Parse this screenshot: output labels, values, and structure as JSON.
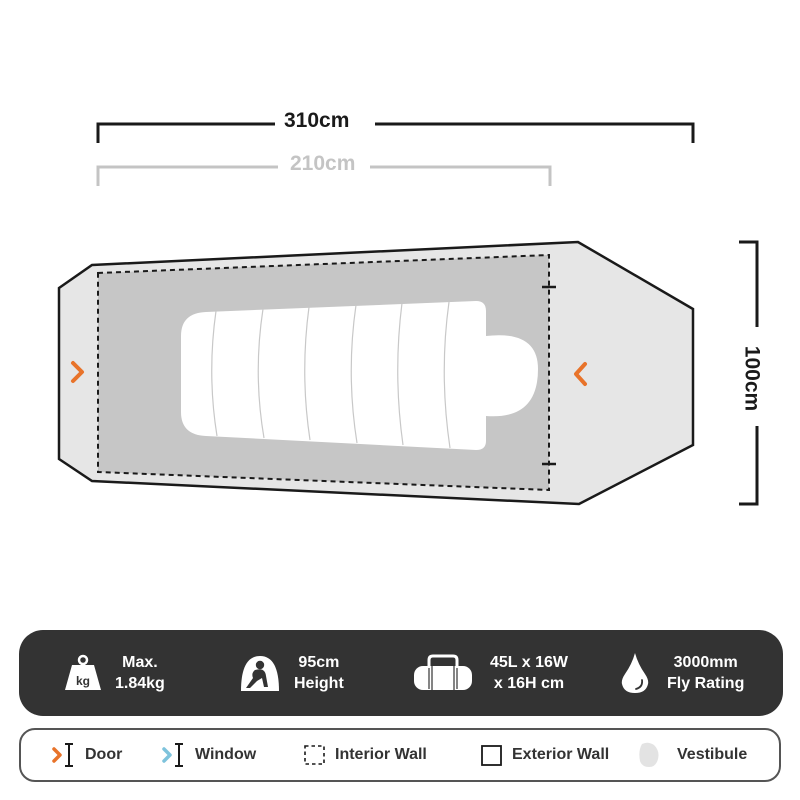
{
  "dimensions": {
    "total_length": "310cm",
    "inner_length": "210cm",
    "width": "100cm"
  },
  "colors": {
    "outline": "#1a1a1a",
    "vestibule_fill": "#e6e6e6",
    "interior_fill": "#c6c6c6",
    "sleeping_bag": "#ffffff",
    "door_accent": "#e8732a",
    "window_accent": "#7ec3dc",
    "inner_dim_color": "#c4c4c4",
    "panel_bg": "#333333"
  },
  "stats": [
    {
      "icon": "weight-kg-icon",
      "icon_text": "kg",
      "line1": "Max.",
      "line2": "1.84kg"
    },
    {
      "icon": "sitting-person-height-icon",
      "line1": "95cm",
      "line2": "Height"
    },
    {
      "icon": "duffel-bag-icon",
      "line1": "45L x 16W",
      "line2": "x 16H cm"
    },
    {
      "icon": "water-drop-icon",
      "line1": "3000mm",
      "line2": "Fly Rating"
    }
  ],
  "legend": [
    {
      "icon": "door-icon",
      "label": "Door"
    },
    {
      "icon": "window-icon",
      "label": "Window"
    },
    {
      "icon": "interior-wall-icon",
      "label": "Interior Wall"
    },
    {
      "icon": "exterior-wall-icon",
      "label": "Exterior Wall"
    },
    {
      "icon": "vestibule-icon",
      "label": "Vestibule"
    }
  ]
}
